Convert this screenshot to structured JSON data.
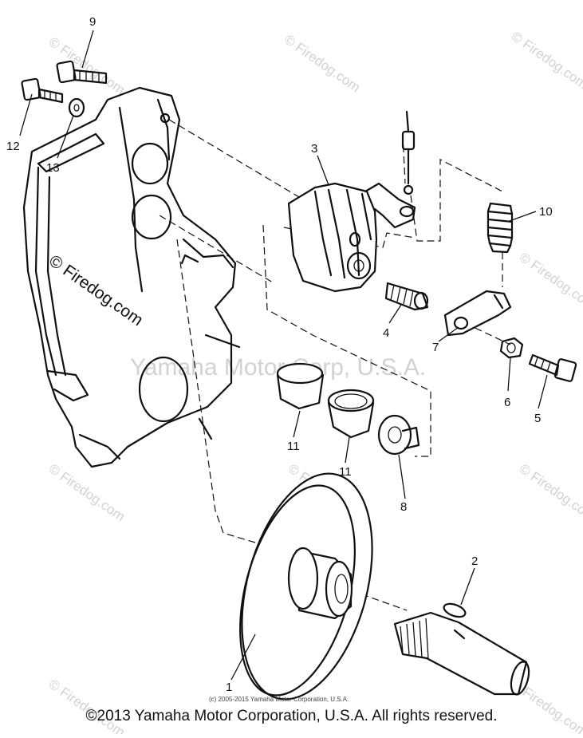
{
  "watermarks": {
    "firedog": "© Firedog.com",
    "center": "Yamaha Motor Corp, U.S.A."
  },
  "callouts": [
    "1",
    "2",
    "3",
    "4",
    "5",
    "6",
    "7",
    "8",
    "9",
    "10",
    "11",
    "11",
    "12",
    "13"
  ],
  "footer": {
    "small_copyright": "(c) 2005-2015 Yamaha Motor Corporation, U.S.A.",
    "copyright": "©2013 Yamaha Motor Corporation, U.S.A. All rights reserved."
  }
}
